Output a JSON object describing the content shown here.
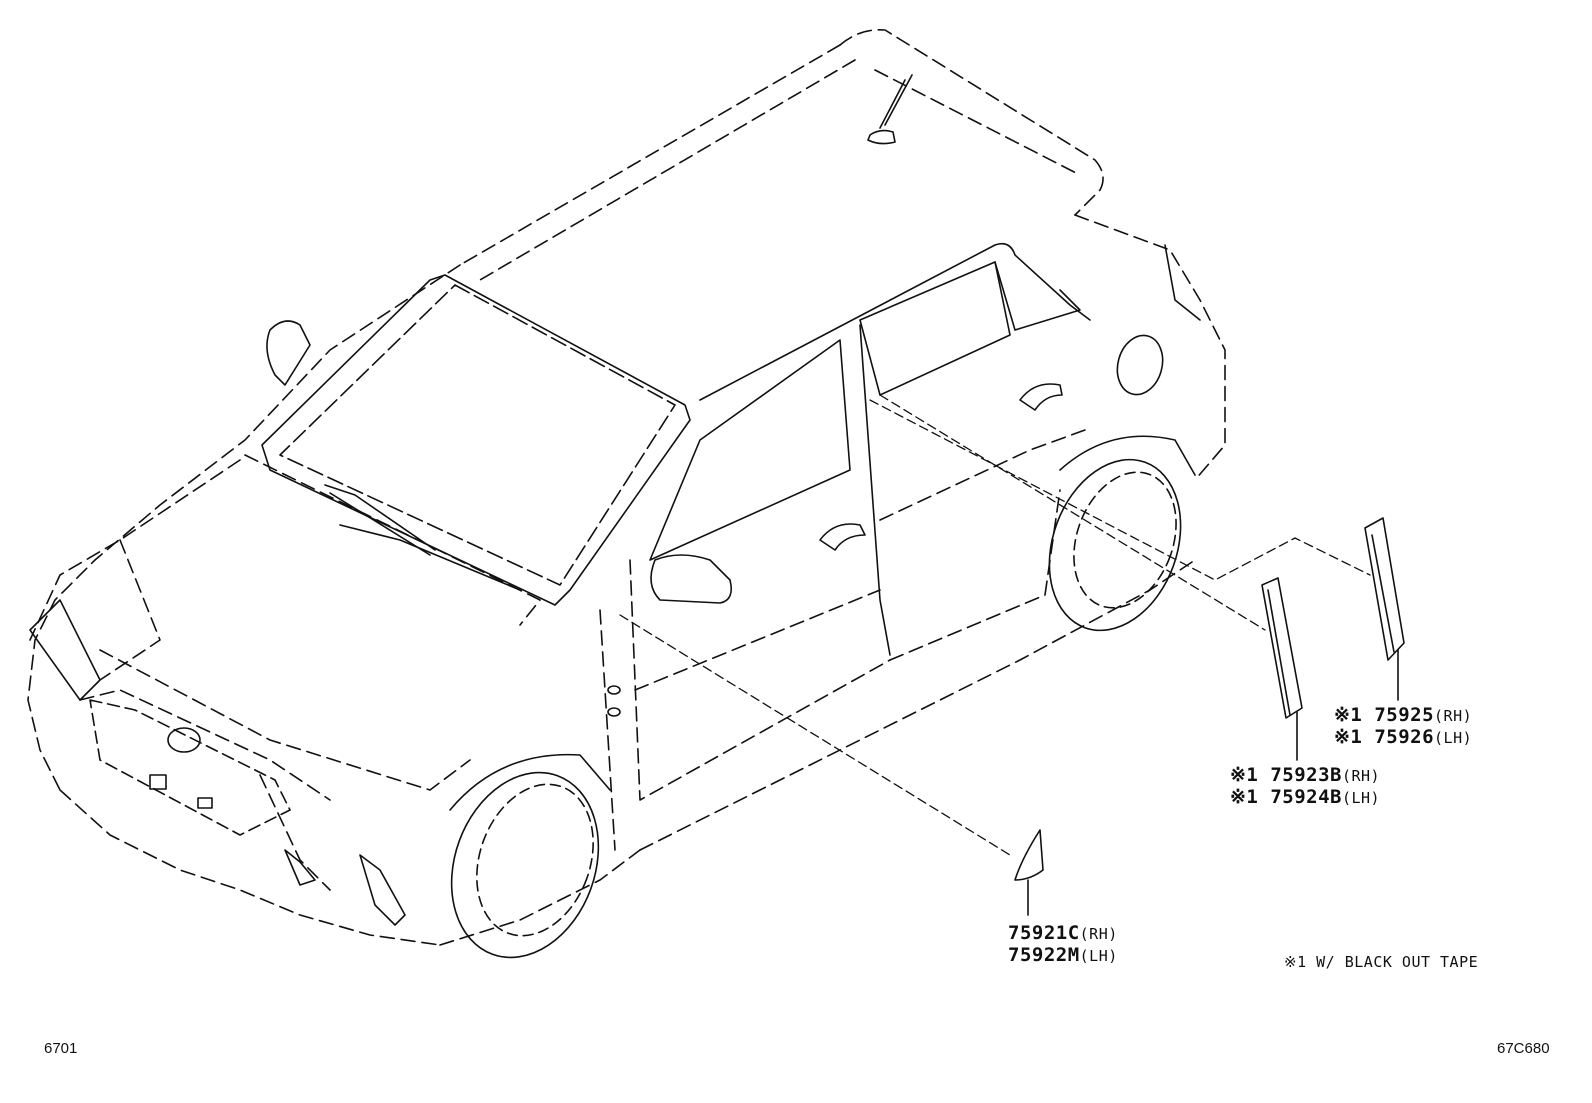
{
  "diagram": {
    "callouts": [
      {
        "id": "back-door-lower",
        "lines": [
          {
            "mark": "※1",
            "part": "75925",
            "side": "(RH)"
          },
          {
            "mark": "※1",
            "part": "75926",
            "side": "(LH)"
          }
        ]
      },
      {
        "id": "rear-door-frame",
        "lines": [
          {
            "mark": "※1",
            "part": "75923B",
            "side": "(RH)"
          },
          {
            "mark": "※1",
            "part": "75924B",
            "side": "(LH)"
          }
        ]
      },
      {
        "id": "front-fender",
        "lines": [
          {
            "mark": "",
            "part": "75921C",
            "side": "(RH)"
          },
          {
            "mark": "",
            "part": "75922M",
            "side": "(LH)"
          }
        ]
      }
    ],
    "footnote": "※1 W/ BLACK OUT TAPE",
    "page_code_left": "6701",
    "page_code_right": "67C680",
    "line_color": "#111111"
  }
}
